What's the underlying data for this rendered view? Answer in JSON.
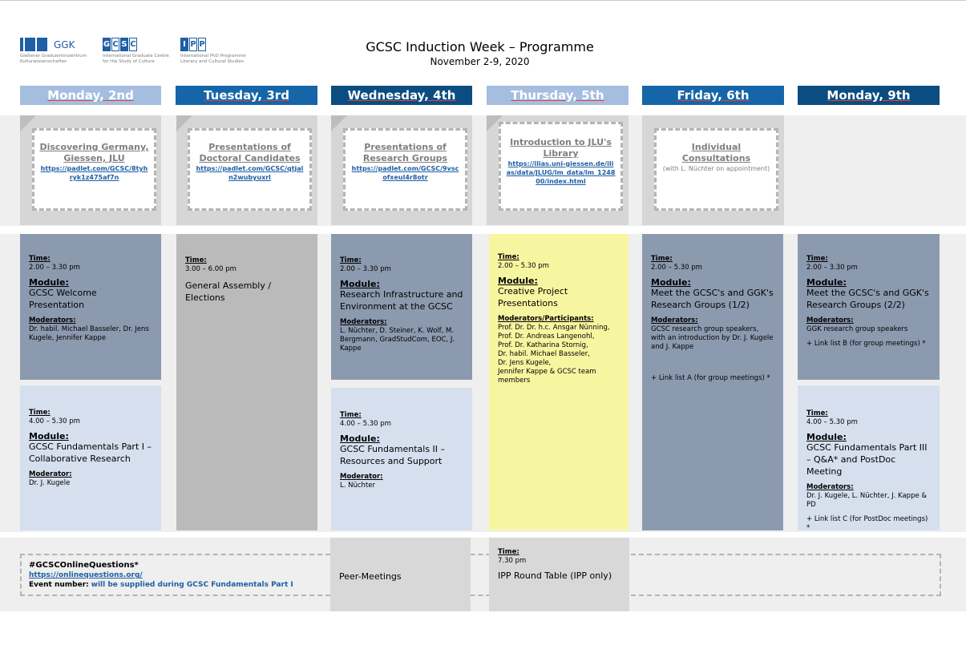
{
  "logos": {
    "ggk": {
      "text": "GGK",
      "caption1": "Gießener Graduiertenzentrum",
      "caption2": "Kulturwissenschaften"
    },
    "gcsc": {
      "letters": [
        "G",
        "C",
        "S",
        "C"
      ],
      "caption1": "International Graduate Centre",
      "caption2": "for the Study of Culture"
    },
    "ipp": {
      "letters": [
        "I",
        "P",
        "P"
      ],
      "caption1": "International PhD Programme",
      "caption2": "Literary and Cultural Studies"
    }
  },
  "header": {
    "title": "GCSC Induction Week – Programme",
    "subtitle": "November 2-9, 2020"
  },
  "colors": {
    "dark_blue": "#0b4d80",
    "mid_blue": "#1565a8",
    "light_blue": "#a5bee0",
    "session_dark": "#8c9ab0",
    "session_light": "#d6dfee",
    "yellow": "#f7f6a0",
    "link": "#1f5fa5"
  },
  "days": [
    {
      "label": "Monday, 2nd",
      "color": "#a5bee0"
    },
    {
      "label": "Tuesday, 3rd",
      "color": "#1565a8"
    },
    {
      "label": "Wednesday, 4th",
      "color": "#0b4d80"
    },
    {
      "label": "Thursday, 5th",
      "color": "#a5bee0"
    },
    {
      "label": "Friday, 6th",
      "color": "#1565a8"
    },
    {
      "label": "Monday, 9th",
      "color": "#0b4d80"
    }
  ],
  "cards": [
    {
      "title": "Discovering Germany, Giessen, JLU",
      "link": "https://padlet.com/GCSC/8tyhryk1z475af7n"
    },
    {
      "title": "Presentations of Doctoral Candidates",
      "link": "https://padlet.com/GCSC/qtjaln2wubyuxrl"
    },
    {
      "title": "Presentations of Research Groups",
      "link": "https://padlet.com/GCSC/9vscofxeul4r8otr"
    },
    {
      "title": "Introduction to JLU's Library",
      "link": "https://ilias.uni-giessen.de/ilias/data/JLUG/lm_data/lm_124800/index.html"
    },
    {
      "title": "Individual Consultations",
      "note": "(with L. Nüchter on appointment)"
    }
  ],
  "labels": {
    "time": "Time:",
    "module": "Module:",
    "moderators": "Moderators:",
    "moderator": "Moderator:",
    "moderators_participants": "Moderators/Participants:"
  },
  "sessions": {
    "mon1": {
      "time": "2.00 – 3.30 pm",
      "name": "GCSC Welcome Presentation",
      "mods": "Dr. habil. Michael Basseler, Dr. Jens Kugele, Jennifer Kappe"
    },
    "mon2": {
      "time": "4.00 – 5.30 pm",
      "name": "GCSC Fundamentals Part I – Collaborative Research",
      "mods": "Dr. J. Kugele"
    },
    "tue": {
      "time": "3.00 – 6.00 pm",
      "name": "General Assembly / Elections"
    },
    "wed1": {
      "time": "2.00 – 3.30 pm",
      "name": "Research Infrastructure and Environment at the GCSC",
      "mods": "L. Nüchter, D. Steiner, K. Wolf, M. Bergmann, GradStudCom, EOC, J. Kappe"
    },
    "wed2": {
      "time": "4.00 – 5.30 pm",
      "name": "GCSC Fundamentals II – Resources and Support",
      "mods": "L. Nüchter"
    },
    "thu": {
      "time": "2.00 – 5.30 pm",
      "name": "Creative Project Presentations",
      "mods": [
        "Prof. Dr. Dr. h.c. Ansgar Nünning,",
        "Prof. Dr. Andreas Langenohl,",
        "Prof. Dr. Katharina Stornig,",
        "Dr. habil. Michael Basseler,",
        "Dr. Jens Kugele,",
        "Jennifer Kappe & GCSC team members"
      ]
    },
    "fri": {
      "time": "2.00 – 5.30 pm",
      "name": "Meet the GCSC's and GGK's Research Groups (1/2)",
      "mods": "GCSC research group speakers, with an introduction by Dr. J. Kugele and J. Kappe",
      "extra": "+ Link list A (for group meetings) *"
    },
    "mon9a": {
      "time": "2.00 – 3.30 pm",
      "name": "Meet the GCSC's and GGK's Research Groups (2/2)",
      "mods": "GGK research group speakers",
      "extra": "+ Link list B (for group meetings) *"
    },
    "mon9b": {
      "time": "4.00 – 5.30 pm",
      "name": "GCSC Fundamentals Part III – Q&A* and PostDoc Meeting",
      "mods": "Dr. J. Kugele, L. Nüchter, J. Kappe & PD",
      "extra": "+ Link list C (for PostDoc meetings) *"
    }
  },
  "bottom": {
    "hashtag": "#GCSCOnlineQuestions*",
    "url": "https://onlinequestions.org/",
    "event_label": "Event number:",
    "event_value": "will be supplied during GCSC Fundamentals Part I",
    "peer": "Peer-Meetings",
    "ipp_time": "7.30 pm",
    "ipp_name": "IPP Round Table (IPP only)"
  }
}
